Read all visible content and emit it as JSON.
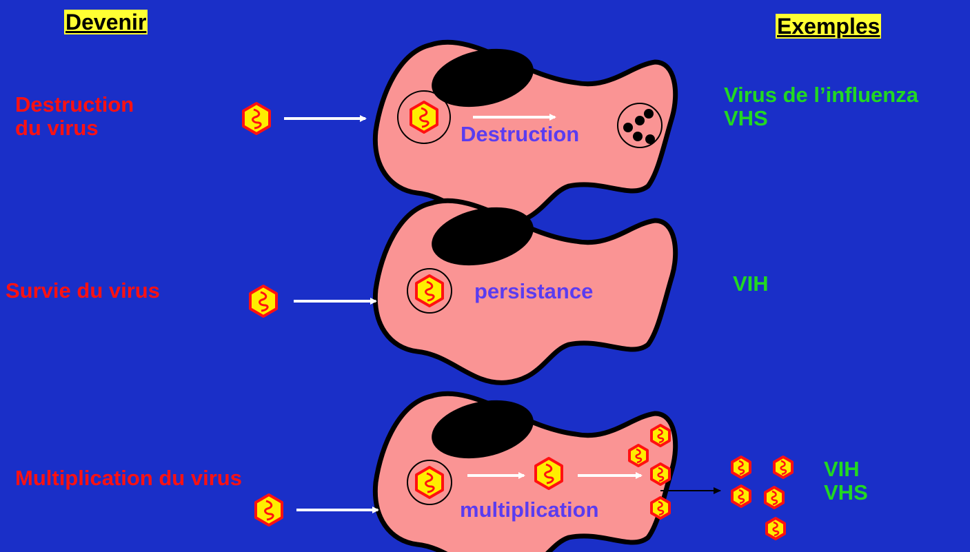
{
  "headers": {
    "left": "Devenir",
    "right": "Exemples"
  },
  "rows": [
    {
      "fate": [
        "Destruction",
        "du virus"
      ],
      "cell_label": "Destruction",
      "examples": [
        "Virus de l’influenza",
        "VHS"
      ]
    },
    {
      "fate": [
        "Survie du virus"
      ],
      "cell_label": "persistance",
      "examples": [
        "VIH"
      ]
    },
    {
      "fate": [
        "Multiplication du virus"
      ],
      "cell_label": "multiplication",
      "examples": [
        "VIH",
        "VHS"
      ]
    }
  ],
  "colors": {
    "background": "#1a2fc8",
    "cell_body": "#fa9494",
    "nucleus": "#000000",
    "virus_fill": "#ffee00",
    "virus_outline": "#ff1111",
    "fate_text": "#ff1111",
    "example_text": "#22d822",
    "cell_label_text": "#5a3cf0",
    "arrow": "#ffffff"
  }
}
